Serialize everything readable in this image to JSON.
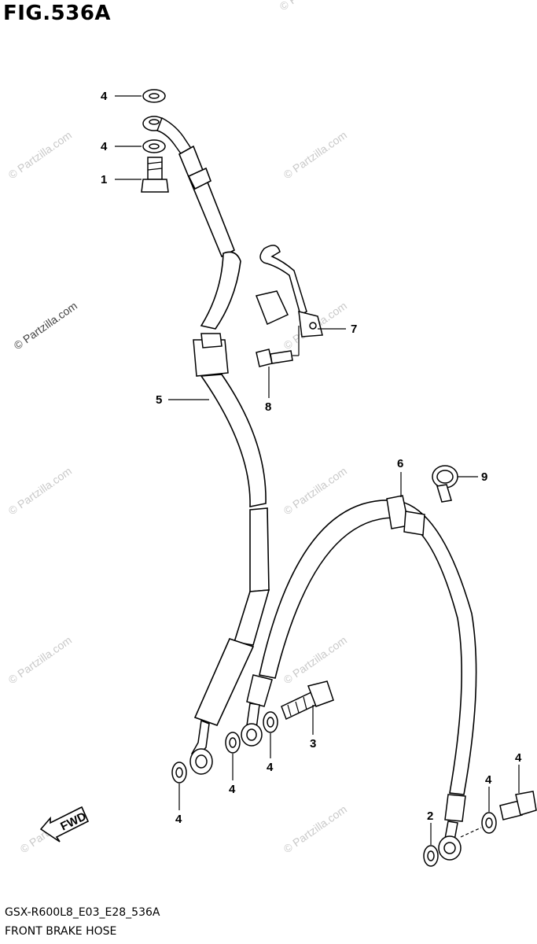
{
  "figure": {
    "title": "FIG.536A",
    "code": "GSX-R600L8_E03_E28_536A",
    "name": "FRONT BRAKE HOSE",
    "fwd_label": "FWD",
    "watermark": "© Partzilla.com"
  },
  "callouts": [
    {
      "id": "4a",
      "label": "4"
    },
    {
      "id": "4b",
      "label": "4"
    },
    {
      "id": "1",
      "label": "1"
    },
    {
      "id": "7",
      "label": "7"
    },
    {
      "id": "8",
      "label": "8"
    },
    {
      "id": "5",
      "label": "5"
    },
    {
      "id": "6",
      "label": "6"
    },
    {
      "id": "9",
      "label": "9"
    },
    {
      "id": "3",
      "label": "3"
    },
    {
      "id": "4c",
      "label": "4"
    },
    {
      "id": "4d",
      "label": "4"
    },
    {
      "id": "4e",
      "label": "4"
    },
    {
      "id": "2",
      "label": "2"
    },
    {
      "id": "4f",
      "label": "4"
    },
    {
      "id": "4g",
      "label": "4"
    }
  ]
}
